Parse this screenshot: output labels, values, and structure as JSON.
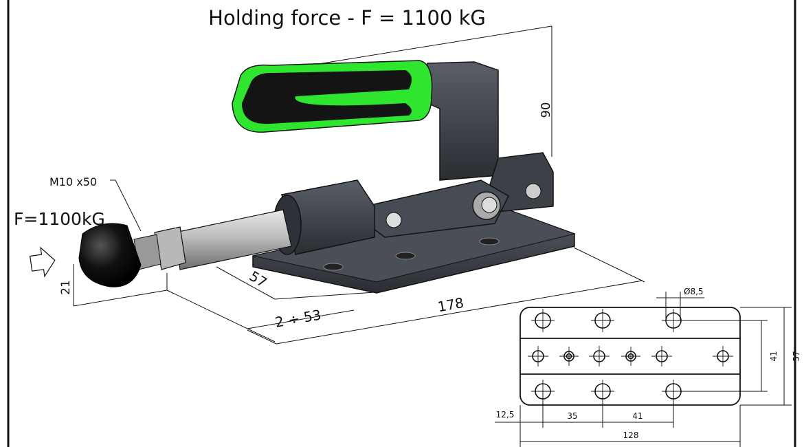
{
  "title": "Holding force - F = 1100 kG",
  "labels": {
    "force": "F=1100kG",
    "thread": "M10 x50",
    "dim_height": "90",
    "dim_length": "178",
    "dim_stroke": "2 ÷ 53",
    "dim_base_width": "57",
    "dim_spindle_height": "21"
  },
  "plate_view": {
    "hole_diameter": "Ø8,5",
    "dim_row_spacing": "41",
    "dim_width": "57",
    "dim_edge_offset": "12,5",
    "dim_spacing_1": "35",
    "dim_spacing_2": "41",
    "dim_length": "128"
  },
  "colors": {
    "grip_green": "#2ee62e",
    "body_dark": "#3a3e45",
    "rod_gray": "#c8c8c8",
    "rubber_black": "#0c0c0c"
  }
}
